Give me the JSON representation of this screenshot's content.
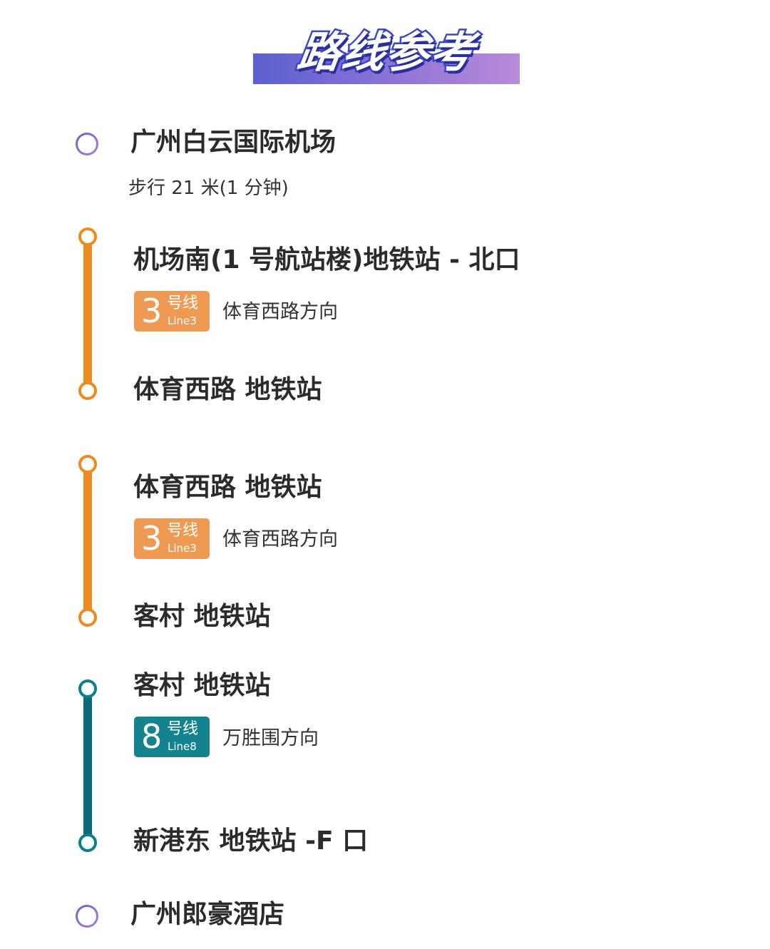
{
  "title": "路线参考",
  "origin": {
    "name": "广州白云国际机场",
    "walk": "步行 21 米(1 分钟)"
  },
  "segments": [
    {
      "start": "机场南(1 号航站楼)地铁站 - 北口",
      "badge": {
        "number": "3",
        "cn": "号线",
        "en": "Line3"
      },
      "direction": "体育西路方向",
      "end": "体育西路 地铁站",
      "color": "#ef8a22"
    },
    {
      "start": "体育西路 地铁站",
      "badge": {
        "number": "3",
        "cn": "号线",
        "en": "Line3"
      },
      "direction": "体育西路方向",
      "end": "客村 地铁站",
      "color": "#ef8a22"
    },
    {
      "start": "客村 地铁站",
      "badge": {
        "number": "8",
        "cn": "号线",
        "en": "Line8"
      },
      "direction": "万胜围方向",
      "end": "新港东 地铁站 -F 口",
      "color": "#0b6b78"
    }
  ],
  "destination": {
    "name": "广州郎豪酒店"
  }
}
